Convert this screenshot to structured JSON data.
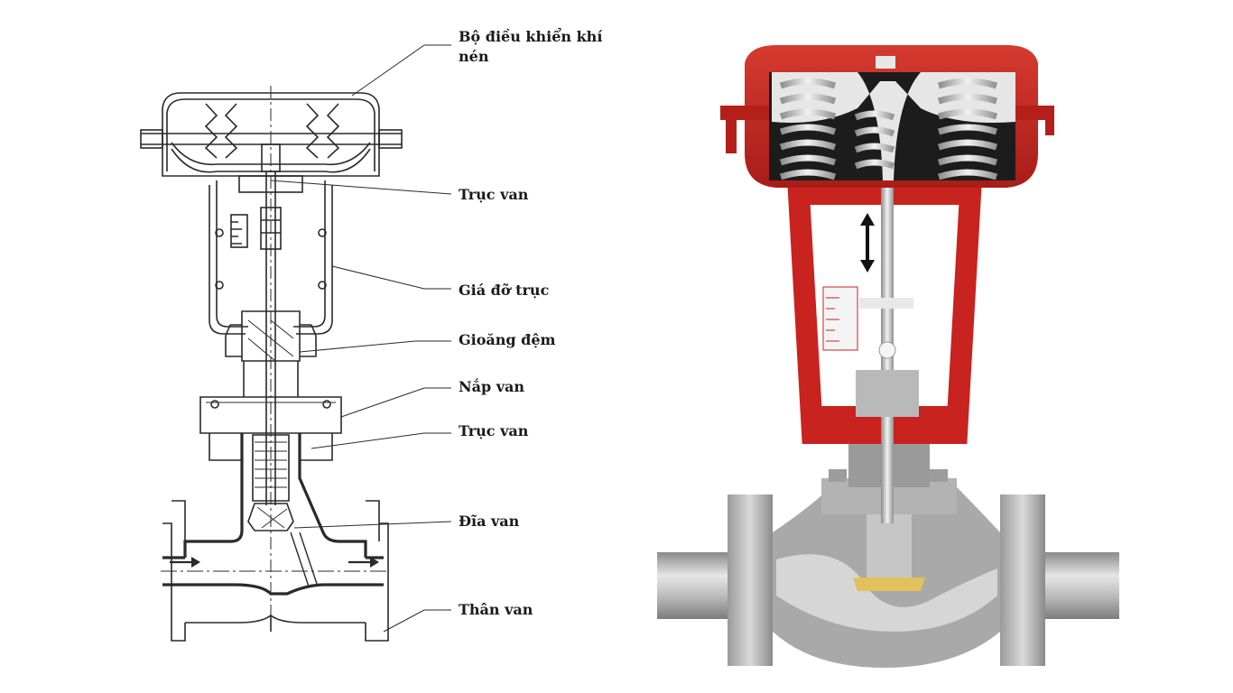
{
  "labels": {
    "actuator_line1": "Bộ điều khiển khí",
    "actuator_line2": "nén",
    "stem_top": "Trục van",
    "yoke": "Giá đỡ trục",
    "packing": "Gioăng đệm",
    "bonnet": "Nắp van",
    "stem_bottom": "Trục van",
    "disc": "Đĩa van",
    "body": "Thân van"
  },
  "colors": {
    "line": "#2a2a2a",
    "actuator_red": "#c8231f",
    "actuator_dark": "#8e1512",
    "steel": "#b8b8b8",
    "steel_dark": "#7a7a7a",
    "seat_gold": "#e2c15a"
  }
}
